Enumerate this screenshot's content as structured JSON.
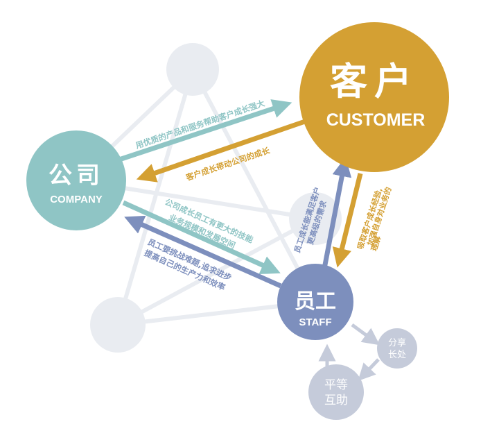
{
  "nodes": {
    "customer": {
      "cn": "客户",
      "en": "CUSTOMER"
    },
    "company": {
      "cn": "公司",
      "en": "COMPANY"
    },
    "staff": {
      "cn": "员工",
      "en": "STAFF"
    },
    "share": {
      "line1": "分享",
      "line2": "长处"
    },
    "mutual": {
      "line1": "平等",
      "line2": "互助"
    }
  },
  "arrows": {
    "company_to_customer": "用优质的产品和服务帮助客户成长强大",
    "customer_to_company": "客户成长带动公司的成长",
    "company_to_staff_line1": "公司成长员工有更大的技能",
    "company_to_staff_line2": "业务规模和发展空间",
    "staff_to_company_line1": "员工要挑战难题,追求进步",
    "staff_to_company_line2": "提高自己的生产力和效率",
    "staff_to_customer_line1": "员工成长能满足客户",
    "staff_to_customer_line2": "更高级的需求",
    "customer_to_staff_line1": "吸取客户成长经验,",
    "customer_to_staff_line2": "加强自身对业务的",
    "customer_to_staff_line3": "理解"
  },
  "colors": {
    "customer": "#D4A033",
    "company": "#8FC5C5",
    "staff": "#7D8FBD",
    "arrow_teal": "#8FC5C5",
    "arrow_gold": "#D4A033",
    "arrow_blue": "#7D8FBD",
    "ghost_circle": "#E9ECF1",
    "small_circle": "#C5CBDA"
  }
}
